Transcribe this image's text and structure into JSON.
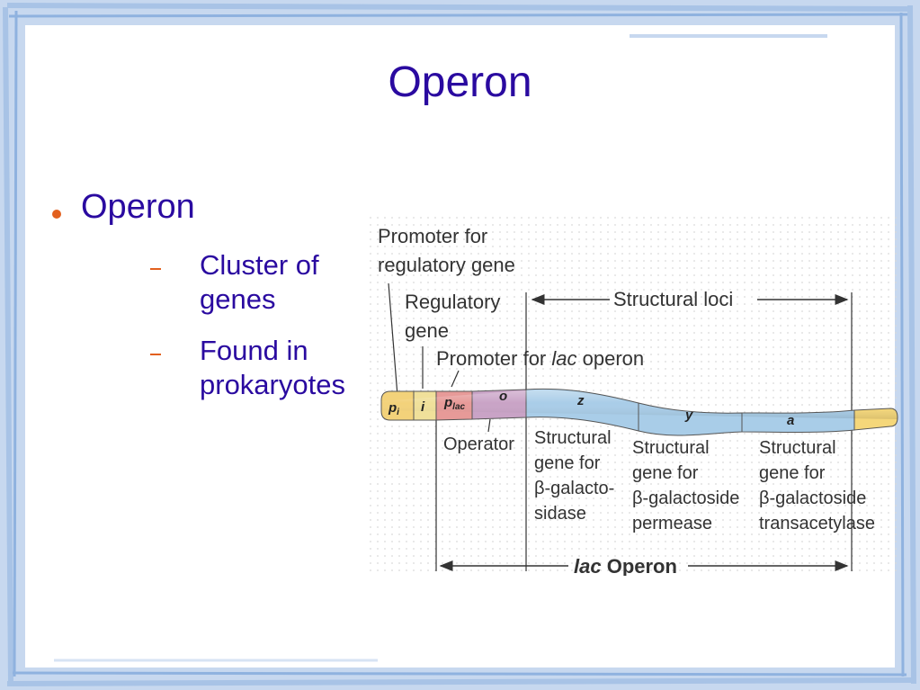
{
  "slide": {
    "title": "Operon",
    "bullet": "Operon",
    "sub_bullets": [
      {
        "line1": "Cluster of",
        "line2": "genes"
      },
      {
        "line1": "Found in",
        "line2": "prokaryotes"
      }
    ]
  },
  "diagram": {
    "labels": {
      "promoter_regulatory_1": "Promoter for",
      "promoter_regulatory_2": "regulatory gene",
      "regulatory_gene_1": "Regulatory",
      "regulatory_gene_2": "gene",
      "structural_loci": "Structural loci",
      "promoter_lac_1": "Promoter for ",
      "promoter_lac_2": "lac",
      "promoter_lac_3": " operon",
      "operator": "Operator",
      "gene_z_1": "Structural",
      "gene_z_2": "gene for",
      "gene_z_3": "β-galacto-",
      "gene_z_4": "sidase",
      "gene_y_1": "Structural",
      "gene_y_2": "gene for",
      "gene_y_3": "β-galactoside",
      "gene_y_4": "permease",
      "gene_a_1": "Structural",
      "gene_a_2": "gene for",
      "gene_a_3": "β-galactoside",
      "gene_a_4": "transacetylase",
      "lac_operon_1": "lac",
      "lac_operon_2": " Operon"
    },
    "segments": {
      "pi": "p",
      "pi_sub": "i",
      "i": "i",
      "plac": "p",
      "plac_sub": "lac",
      "o": "o",
      "z": "z",
      "y": "y",
      "a": "a"
    },
    "colors": {
      "pi": "#f3d27a",
      "i": "#f0e09a",
      "plac": "#e79a98",
      "o": "#c9a3c6",
      "z": "#a9cde8",
      "y": "#a9cde8",
      "a": "#a9cde8",
      "tail": "#f5d77a",
      "text": "#2a0aa0",
      "bullet": "#e2601e"
    }
  }
}
